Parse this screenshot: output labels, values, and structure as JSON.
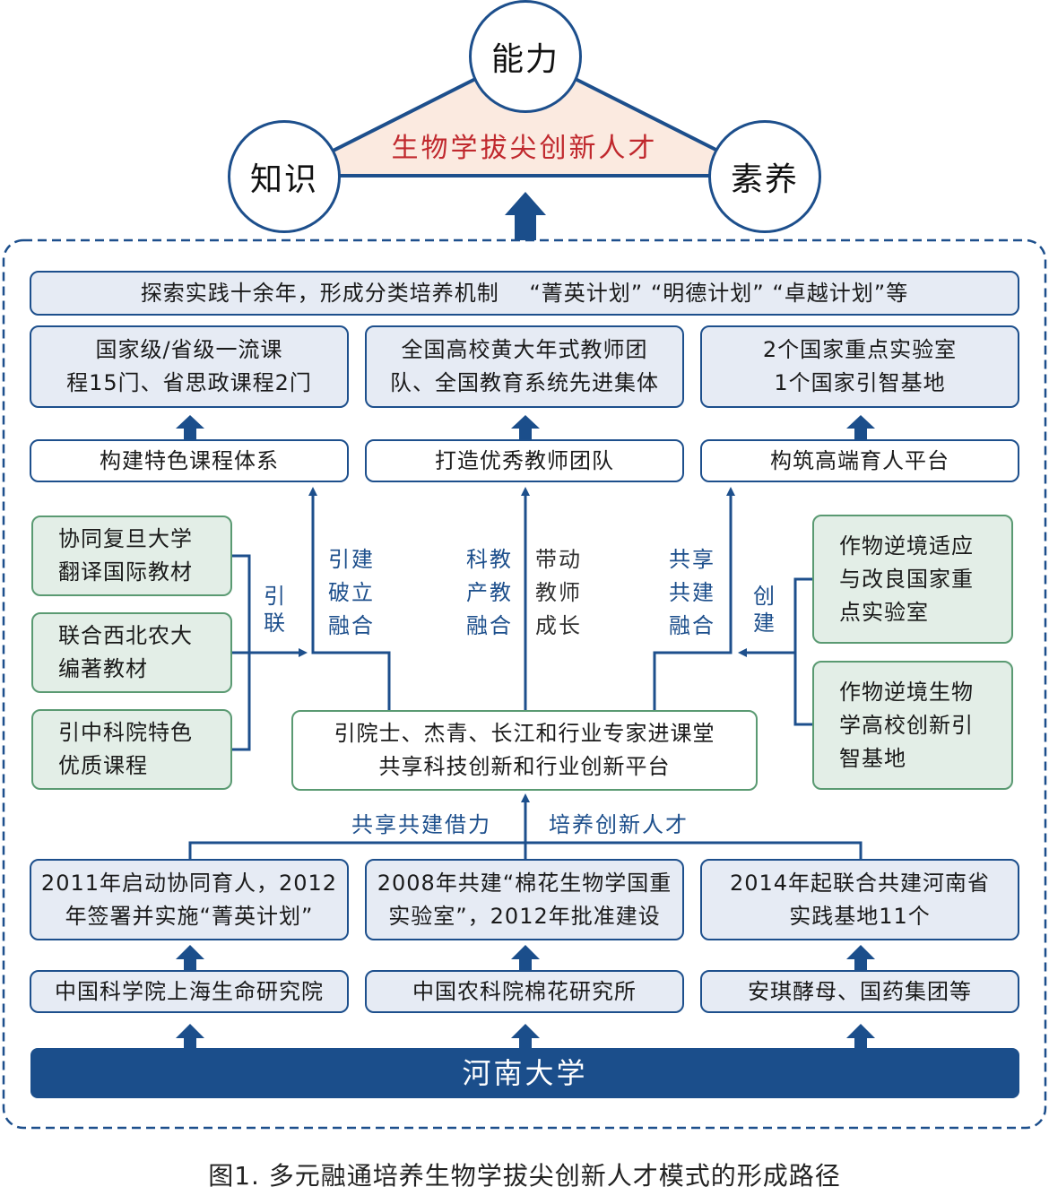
{
  "top": {
    "circles": {
      "ability": "能力",
      "knowledge": "知识",
      "literacy": "素养"
    },
    "center_label": "生物学拔尖创新人才",
    "colors": {
      "accent": "#1d4f8c",
      "triangle_fill": "#fbeae0",
      "center_text": "#c0282d"
    }
  },
  "mechanism_banner": "探索实践十余年，形成分类培养机制　 “菁英计划” “明德计划” “卓越计划”等",
  "outcomes": [
    {
      "text": "国家级/省级一流课\n程15门、省思政课程2门"
    },
    {
      "text": "全国高校黄大年式教师团\n队、全国教育系统先进集体"
    },
    {
      "text": "2个国家重点实验室\n1个国家引智基地"
    }
  ],
  "actions": [
    {
      "text": "构建特色课程体系"
    },
    {
      "text": "打造优秀教师团队"
    },
    {
      "text": "构筑高端育人平台"
    }
  ],
  "left_partners": [
    {
      "text": "协同复旦大学\n翻译国际教材"
    },
    {
      "text": "联合西北农大\n编著教材"
    },
    {
      "text": "引中科院特色\n优质课程"
    }
  ],
  "right_partners": [
    {
      "text": "作物逆境适应\n与改良国家重\n点实验室"
    },
    {
      "text": "作物逆境生物\n学高校创新引\n智基地"
    }
  ],
  "edge_labels": {
    "left_connect": "引\n联",
    "right_create": "创\n建",
    "course_path": "引建\n破立\n融合",
    "teacher_path_a": "科教\n产教\n融合",
    "teacher_path_b": "带动\n教师\n成长",
    "platform_path": "共享\n共建\n融合",
    "bottom_left": "共享共建借力",
    "bottom_right": "培养创新人才"
  },
  "hub": {
    "text": "引院士、杰青、长江和行业专家进课堂\n共享科技创新和行业创新平台"
  },
  "collaborations": [
    {
      "text": "2011年启动协同育人，2012\n年签署并实施“菁英计划”"
    },
    {
      "text": "2008年共建“棉花生物学国重\n实验室”，2012年批准建设"
    },
    {
      "text": "2014年起联合共建河南省\n实践基地11个"
    }
  ],
  "institutions": [
    {
      "text": "中国科学院上海生命研究院"
    },
    {
      "text": "中国农科院棉花研究所"
    },
    {
      "text": "安琪酵母、国药集团等"
    }
  ],
  "base": {
    "text": "河南大学"
  },
  "caption": "图1. 多元融通培养生物学拔尖创新人才模式的形成路径"
}
